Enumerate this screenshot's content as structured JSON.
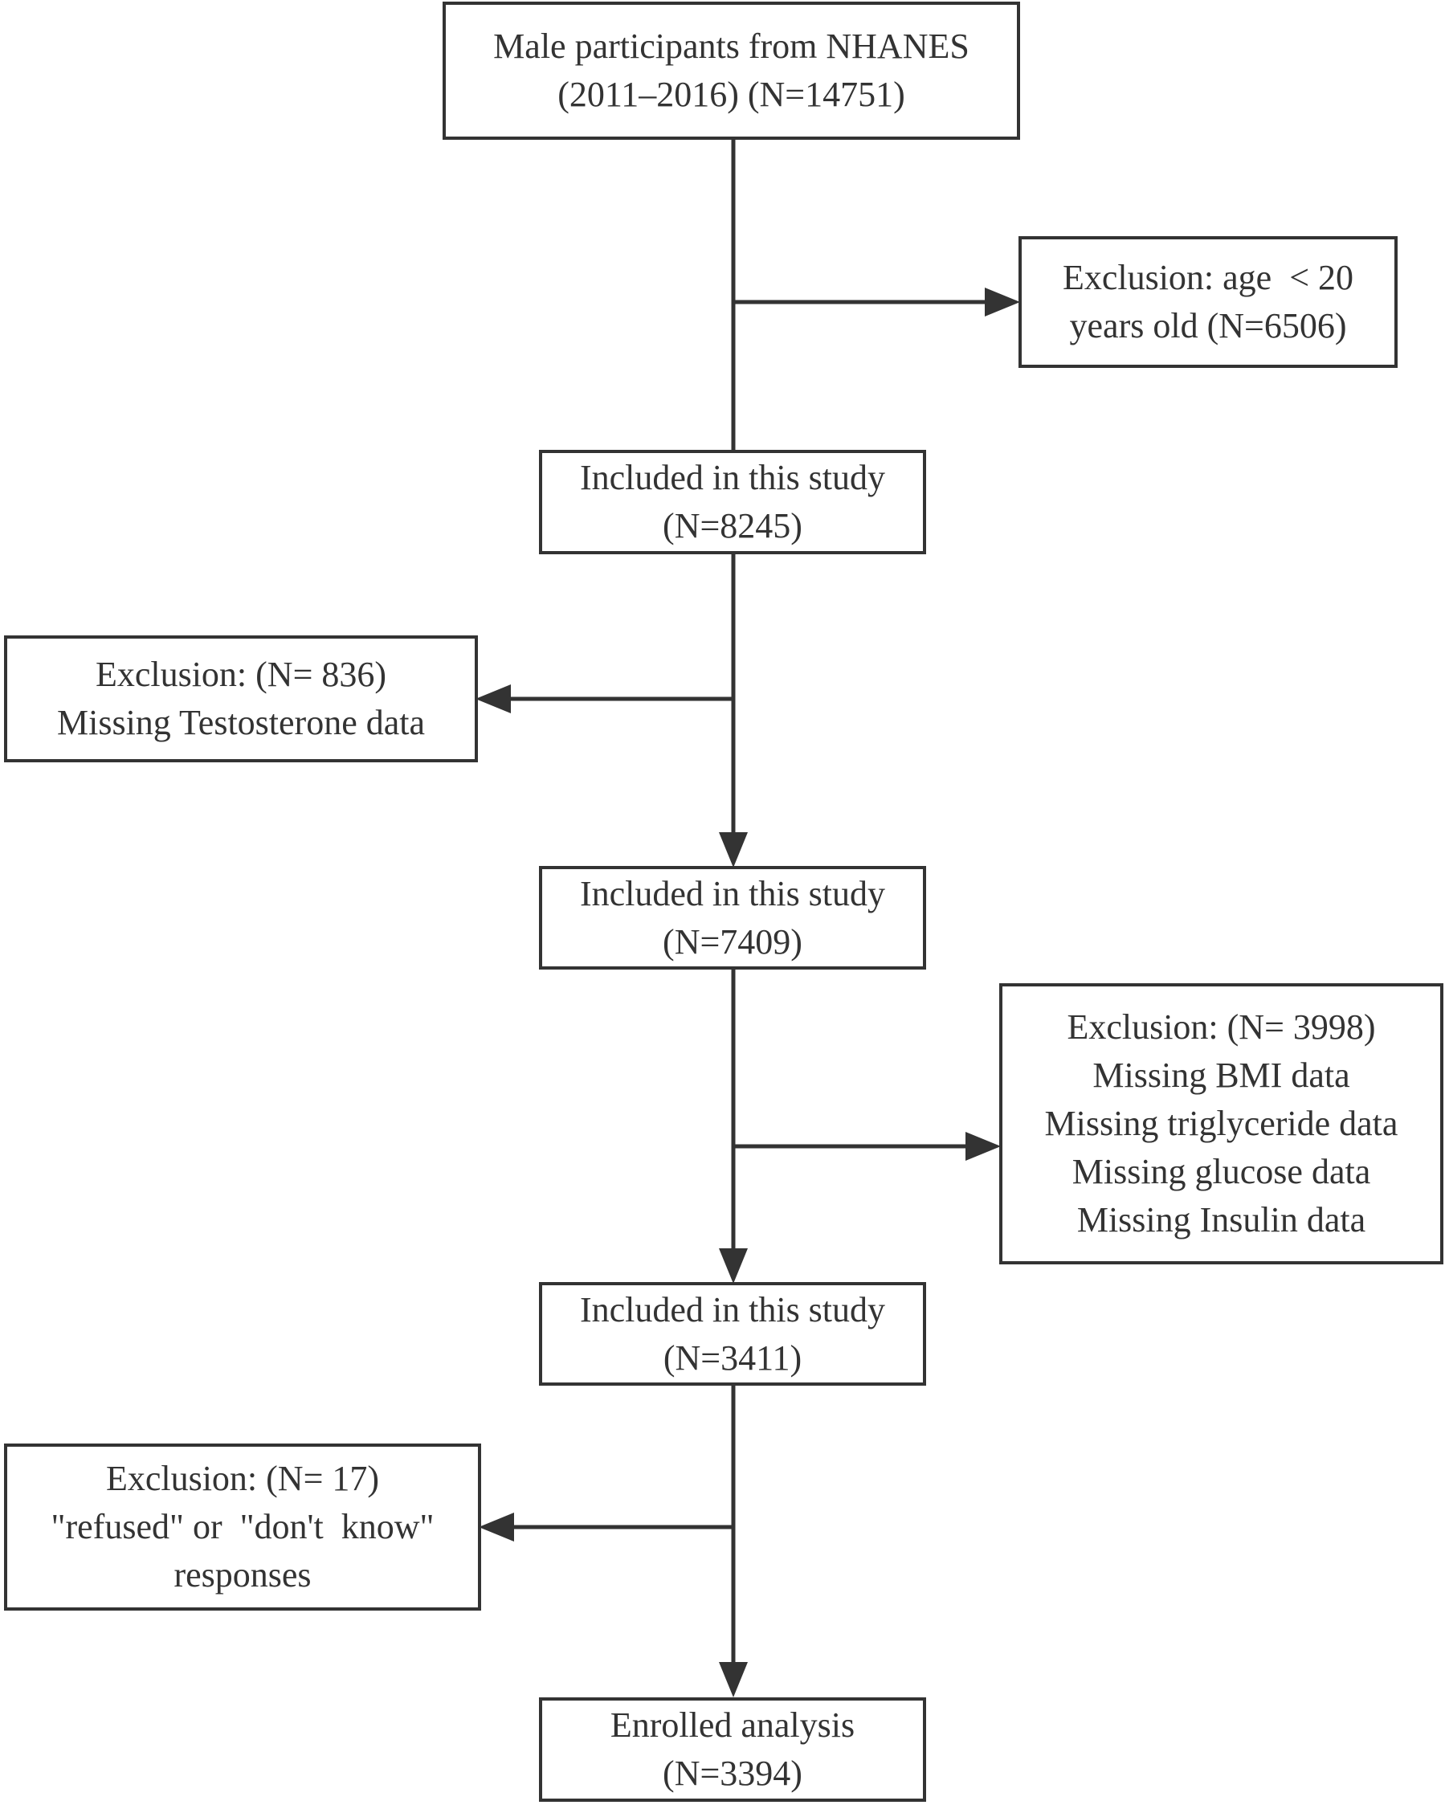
{
  "colors": {
    "line": "#333333",
    "text": "#333333",
    "background": "#ffffff"
  },
  "boxes": {
    "start": {
      "lines": [
        "Male participants from NHANES",
        "(2011–2016) (N=14751)"
      ]
    },
    "exclusion_age": {
      "lines": [
        "Exclusion: age  < 20",
        "years old (N=6506)"
      ]
    },
    "included_1": {
      "lines": [
        "Included in this study",
        "(N=8245)"
      ]
    },
    "exclusion_testosterone": {
      "lines": [
        "Exclusion: (N= 836)",
        "Missing Testosterone data"
      ]
    },
    "included_2": {
      "lines": [
        "Included in this study",
        "(N=7409)"
      ]
    },
    "exclusion_metabolic": {
      "lines": [
        "Exclusion: (N= 3998)",
        "Missing BMI data",
        "Missing triglyceride data",
        "Missing glucose data",
        "Missing Insulin data"
      ]
    },
    "included_3": {
      "lines": [
        "Included in this study",
        "(N=3411)"
      ]
    },
    "exclusion_responses": {
      "lines": [
        "Exclusion: (N= 17)",
        "\"refused\" or  \"don't  know\"",
        "responses"
      ]
    },
    "enrolled": {
      "lines": [
        "Enrolled analysis",
        "(N=3394)"
      ]
    }
  }
}
